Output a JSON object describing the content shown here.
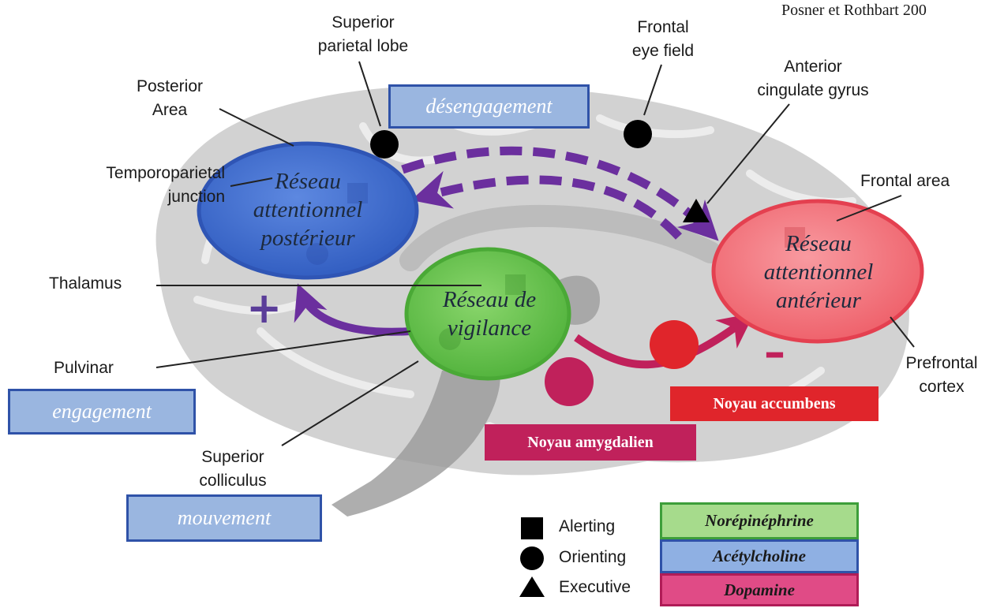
{
  "credit": "Posner et Rothbart 200",
  "anatomy_labels": {
    "superior_parietal_lobe": "Superior\nparietal lobe",
    "frontal_eye_field": "Frontal\neye field",
    "anterior_cingulate_gyrus": "Anterior\ncingulate gyrus",
    "posterior_area": "Posterior\nArea",
    "temporoparietal_junction": "Temporoparietal\njunction",
    "frontal_area": "Frontal area",
    "thalamus": "Thalamus",
    "pulvinar": "Pulvinar",
    "prefrontal_cortex": "Prefrontal\ncortex",
    "superior_colliculus": "Superior\ncolliculus"
  },
  "networks": {
    "posterior": "Réseau\nattentionnel\npostérieur",
    "vigilance": "Réseau de\nvigilance",
    "anterior": "Réseau\nattentionnel\nantérieur"
  },
  "processes": {
    "disengagement": "désengagement",
    "engagement": "engagement",
    "movement": "mouvement"
  },
  "nuclei": {
    "accumbens": "Noyau accumbens",
    "amygdala": "Noyau amygdalien"
  },
  "signs": {
    "plus": "+",
    "minus": "–"
  },
  "legend": {
    "symbols": [
      {
        "shape": "square",
        "label": "Alerting"
      },
      {
        "shape": "circle",
        "label": "Orienting"
      },
      {
        "shape": "triangle",
        "label": "Executive"
      }
    ],
    "neurotransmitters": [
      {
        "label": "Norépinéphrine",
        "color": "#a6db8c",
        "border": "#3d9e3a"
      },
      {
        "label": "Acétylcholine",
        "color": "#8fb0e3",
        "border": "#2f52a8"
      },
      {
        "label": "Dopamine",
        "color": "#e04b86",
        "border": "#b01c57"
      }
    ]
  },
  "colors": {
    "posterior_network": "#3a68c8",
    "vigilance_network": "#6ac24e",
    "anterior_network": "#f0727a",
    "arrow_purple": "#6b2f9e",
    "arrow_crimson": "#c0215b",
    "accumbens": "#e0252b"
  }
}
